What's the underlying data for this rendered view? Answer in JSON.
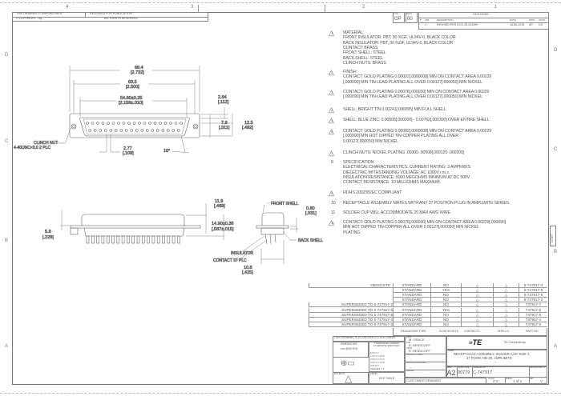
{
  "zones_top": [
    "4",
    "3",
    "2",
    "1"
  ],
  "zones_side": [
    "D",
    "C",
    "B",
    "A"
  ],
  "header_box": {
    "unpublished": "THIS DRAWING IS UNPUBLISHED",
    "released": "RELEASED FOR PUBLICATION",
    "copyright": "© COPYRIGHT  -  By -",
    "rights": "ALL RIGHTS RESERVED"
  },
  "loc": {
    "loc_label": "LOC",
    "loc": "GP",
    "dist_label": "DIST",
    "dist": "00"
  },
  "revisions": {
    "title": "REVISIONS",
    "headers": [
      "P",
      "LTR",
      "DESCRIPTION",
      "DATE",
      "DWN",
      "APVD"
    ],
    "rows": [
      [
        "",
        "V",
        "REVISED PER ECO-15-013090",
        "16JUL2015",
        "AP",
        "DG"
      ]
    ]
  },
  "notes": [
    {
      "flag": "1",
      "lines": [
        "MATERIAL:",
        "FRONT INSULATOR: PBT, 30 %GF, UL94V-0, BLACK COLOR",
        "BACK INSULATOR: PBT, 30 %GF, UL94V-0, BLACK COLOR",
        "CONTACT: BRASS",
        "FRONT SHELL: STEEL",
        "BACK SHELL: STEEL",
        "CLINCH NUTS: BRASS"
      ]
    },
    {
      "flag": "2",
      "lines": [
        "FINISH:",
        "CONTACT: GOLD PLATING 0.00002[.0000008] MIN ON CONTACT AREA 0.00229",
        "[.000090] MIN TIN-LEAD PLATING ALL OVER 0.00127[.000050] MIN NICKEL"
      ]
    },
    {
      "flag": "3",
      "lines": [
        "CONTACT: GOLD PLATING 0.00076[.000030] MIN ON CONTACT AREA 0.00229",
        "[.000090] MIN TIN-LEAD PLATING ALL OVER 0.00127[.000050] MIN NICKEL"
      ]
    },
    {
      "flag": "4",
      "lines": [
        "SHELL: BRIGHT TIN 0.00241[.000095] MIN FULL SHELL"
      ]
    },
    {
      "flag": "5",
      "lines": [
        "SHELL: BLUE ZINC: 0.00508[.000200] - 0.00762[.000300] OVER ENTIRE SHELL"
      ]
    },
    {
      "flag": "6",
      "lines": [
        "CONTACT: GOLD PLATING 0.00002[.0000008] MIN ON CONTACT AREA 0.00229",
        "          [.000090] MIN HOT DIPPED TIN-COPPER PLATING ALL OVER",
        "          0.00127[.000050] MIN NICKEL"
      ]
    },
    {
      "flag": "7",
      "lines": [
        "CLINCH NUTS: NICKEL PLATING .00305-.00508[.000120-.000200]"
      ]
    },
    {
      "num": "8",
      "lines": [
        "SPECIFICATION",
        "ELECTRICAL CHARACTERISTICS:    CURRENT RATING: 3 AMPERES",
        "DIELECTRIC WITHSTANDING VOLTAGE: AC 1000V  r.m.s.",
        "INSULATION RESISTANCE:  5000 MEGOHMS MINIMUM AT DC 500V",
        "CONTACT RESISTANCE: 10 MILLIOHMS  MAXIMUM."
      ]
    },
    {
      "flag": "9",
      "lines": [
        "ROHS 2002/95/EC COMPLIANT"
      ]
    },
    {
      "num": "10",
      "lines": [
        "RECEPTACLE ASSEMBLY MATES WITH ANY 37 POSITION PLUG IN AMPLIMITE SERIES"
      ]
    },
    {
      "num": "11",
      "lines": [
        "SOLDER CUP WILL ACCOMMODATE 20 MAX AWG WIRE."
      ]
    },
    {
      "flag": "12",
      "lines": [
        "CONTACT: GOLD PLATING 0.00076[.000030] MIN ON CONTACT AREA 0.00229[.000090]",
        "          MIN HOT DIPPED TIN-COPPER ALL OVER 0.00127[.000050] MIN NICKEL",
        "          PLATING"
      ]
    }
  ],
  "front_view": {
    "d1": "69.4",
    "d1i": "[2.732]",
    "d2": "63.5",
    "d2i": "[2.500]",
    "d3": "54.80±0.25",
    "d3i": "[2.158±.010]",
    "d4": "2.84",
    "d4i": "[.112]",
    "d5": "7.9",
    "d5i": "[.311]",
    "d6": "12.5",
    "d6i": "[.492]",
    "d7": "2.77",
    "d7i": "[.109]",
    "angle": "10°",
    "clinch1": "CLINCH NUT",
    "clinch2": "4-40UNC×3.0 2 PLC"
  },
  "side_view": {
    "d1": "11.9",
    "d1i": "[.469]",
    "d2": "14.90±0.38",
    "d2i": "[.587±.015]",
    "d3": "5.8",
    "d3i": "[.228]"
  },
  "end_view": {
    "front_shell": "FRONT SHELL",
    "back_shell": "BACK SHELL",
    "insulator": "INSULATOR",
    "contact": "CONTACT 37 PLC",
    "d1": "0.80",
    "d1i": "[.031]",
    "d2": "10.8",
    "d2i": "[.425]"
  },
  "table": {
    "headers": {
      "packaging": "PACKAGING TYPE",
      "clinch": "CLINCH NUTS",
      "contacts": "CONTACTS",
      "shells": "SHELLS",
      "part": "PART NO."
    },
    "rows": [
      {
        "note": "OBSOLETE",
        "pkg": "STANDARD",
        "clinch": "NO",
        "part": "5-747917-4"
      },
      {
        "note": "",
        "pkg": "STANDARD",
        "clinch": "YES",
        "part": "5-747917-6"
      },
      {
        "note": "",
        "pkg": "STANDARD",
        "clinch": "NO",
        "part": "5-747917-5"
      },
      {
        "note": "",
        "pkg": "STANDARD",
        "clinch": "NO",
        "part": "5-747917-2"
      },
      {
        "note": "SUPERSEDED TO 5-747917-2",
        "pkg": "STANDARD",
        "clinch": "NO",
        "part": "747917-7"
      },
      {
        "note": "SUPERSEDED TO 5-747917-6",
        "pkg": "STANDARD",
        "clinch": "YES",
        "part": "747917-6"
      },
      {
        "note": "SUPERSEDED TO 5-747917-5",
        "pkg": "STANDARD",
        "clinch": "NO",
        "part": "747917-5"
      },
      {
        "note": "SUPERSEDED TO 5-747917-4",
        "pkg": "STANDARD",
        "clinch": "NO",
        "part": "747917-4"
      },
      {
        "note": "SUPERSEDED TO 5-747917-2",
        "pkg": "STANDARD",
        "clinch": "NO",
        "part": "747917-2"
      }
    ]
  },
  "title_block": {
    "controlled": "THIS DRAWING IS A CONTROLLED DOCUMENT.",
    "dims_label": "DIMENSIONS:",
    "dims": "mm [INCHES]",
    "tol_label": "TOLERANCES UNLESS OTHERWISE SPECIFIED:",
    "tolerances": [
      "0 PLC  ±  -",
      "1 PLC  ±  0.25",
      "2 PLC  ±  0.13",
      "3 PLC  ±  0.05",
      "4 PLC  ±  -",
      "ANGLES  ±  2°"
    ],
    "material_label": "MATERIAL",
    "finish_label": "FINISH",
    "finish": "SEE TABLE",
    "dwn_label": "DWN",
    "dwn": "M. GRACE",
    "chk_label": "CHK",
    "chk": "R. BENSCOFF",
    "apvd_label": "APVD",
    "apvd": "R. BENSCOFF",
    "product_spec_label": "PRODUCT SPEC",
    "product_spec": "-",
    "app_spec_label": "APPLICATION SPEC",
    "app_spec": "-",
    "weight_label": "WEIGHT",
    "weight": "-",
    "customer": "CUSTOMER DRAWING",
    "logo": "TE",
    "company": "TE Connectivity",
    "name_label": "NAME",
    "name1": "RECEPTACLE ASSEMBLY, SOLDER CUP, SIZE 4,",
    "name2": "37 POSN, HD-20, AMPLIMITE",
    "name3": "-",
    "size_label": "SIZE",
    "size": "A2",
    "cage_label": "CAGE CODE",
    "cage": "00779",
    "dwg_label": "DRAWING NO",
    "dwg": "C-747917",
    "restricted_label": "RESTRICTED TO",
    "restricted": "-",
    "scale_label": "SCALE",
    "scale": "2:1",
    "sheet_label": "SHEET",
    "sheet": "1 of 1",
    "rev_label": "REV",
    "rev": "V"
  },
  "side_tab": "747917"
}
